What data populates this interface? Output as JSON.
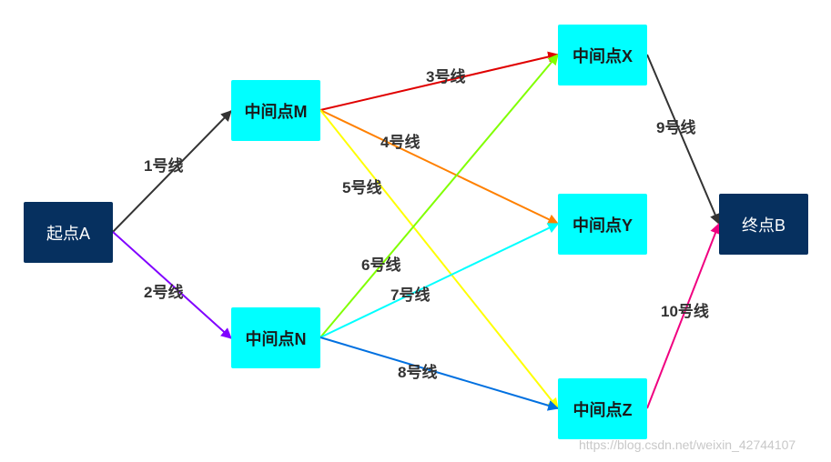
{
  "nodes": {
    "start": "起点A",
    "m": "中间点M",
    "n": "中间点N",
    "x": "中间点X",
    "y": "中间点Y",
    "z": "中间点Z",
    "end": "终点B"
  },
  "edges": [
    {
      "id": "l1",
      "from": "start",
      "to": "m",
      "label": "1号线",
      "color": "#333333"
    },
    {
      "id": "l2",
      "from": "start",
      "to": "n",
      "label": "2号线",
      "color": "#8000ff"
    },
    {
      "id": "l3",
      "from": "m",
      "to": "x",
      "label": "3号线",
      "color": "#e00000"
    },
    {
      "id": "l4",
      "from": "m",
      "to": "y",
      "label": "4号线",
      "color": "#ff8000"
    },
    {
      "id": "l5",
      "from": "m",
      "to": "z",
      "label": "5号线",
      "color": "#ffff00"
    },
    {
      "id": "l6",
      "from": "n",
      "to": "x",
      "label": "6号线",
      "color": "#80ff00"
    },
    {
      "id": "l7",
      "from": "n",
      "to": "y",
      "label": "7号线",
      "color": "#00ffff"
    },
    {
      "id": "l8",
      "from": "n",
      "to": "z",
      "label": "8号线",
      "color": "#0070e0"
    },
    {
      "id": "l9",
      "from": "x",
      "to": "end",
      "label": "9号线",
      "color": "#333333"
    },
    {
      "id": "l10",
      "from": "z",
      "to": "end",
      "label": "10号线",
      "color": "#f00080"
    }
  ],
  "colors": {
    "dark_node": "#06305f",
    "cyan_node": "#00ffff"
  },
  "watermark": "https://blog.csdn.net/weixin_42744107"
}
